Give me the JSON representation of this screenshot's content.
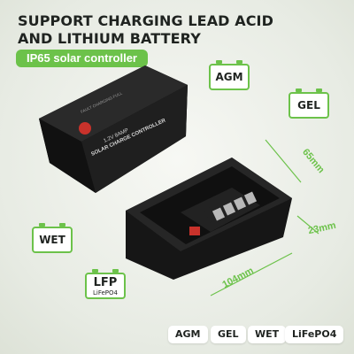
{
  "headline": {
    "line1": "SUPPORT CHARGING LEAD ACID",
    "line2": "AND LITHIUM BATTERY"
  },
  "tag": "IP65 solar controller",
  "batteries": {
    "agm": "AGM",
    "gel": "GEL",
    "wet": "WET",
    "lfp": "LFP",
    "lfp_sub": "LiFePO4"
  },
  "controller": {
    "model": "1.2V 8AMP",
    "name": "SOLAR CHARGE CONTROLLER",
    "status": "FAULT  CHARGING  FULL"
  },
  "dimensions": {
    "height": "65mm",
    "depth": "23mm",
    "width": "104mm"
  },
  "chips": [
    "AGM",
    "GEL",
    "WET",
    "LiFePO4"
  ],
  "colors": {
    "accent": "#6cc24a",
    "text": "#1f2320",
    "product": "#1c1c1c"
  }
}
